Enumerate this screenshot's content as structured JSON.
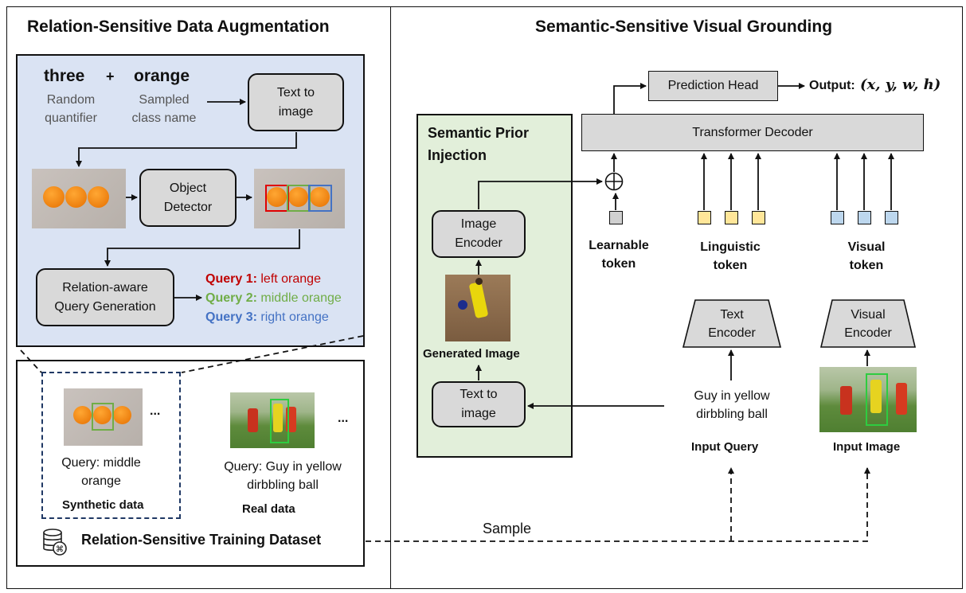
{
  "left_panel": {
    "title": "Relation-Sensitive Data Augmentation",
    "augmentation": {
      "quantifier_word": "three",
      "plus_sign": "+",
      "class_word": "orange",
      "quantifier_caption": "Random\nquantifier",
      "class_caption": "Sampled\nclass name",
      "text_to_image": "Text to\nimage",
      "object_detector": "Object\nDetector",
      "query_generation": "Relation-aware\nQuery Generation",
      "queries": [
        {
          "prefix": "Query 1:",
          "text": " left orange",
          "color": "#c00000"
        },
        {
          "prefix": "Query 2:",
          "text": " middle orange",
          "color": "#70ad47"
        },
        {
          "prefix": "Query 3:",
          "text": " right orange",
          "color": "#4472c4"
        }
      ],
      "box_colors": [
        "#e00000",
        "#70ad47",
        "#4472c4"
      ]
    },
    "dataset": {
      "synthetic_ellipsis": "...",
      "synthetic_query": "Query: middle\norange",
      "synthetic_label": "Synthetic data",
      "real_ellipsis": "...",
      "real_query": "Query: Guy in yellow\ndirbbling ball",
      "real_label": "Real data",
      "dataset_title": "Relation-Sensitive Training Dataset",
      "database_icon": "database-icon"
    }
  },
  "right_panel": {
    "title": "Semantic-Sensitive Visual Grounding",
    "prediction_head": "Prediction Head",
    "output_label": "Output:",
    "output_formula": "(x, y, w, h)",
    "transformer_decoder": "Transformer Decoder",
    "semantic_prior_title": "Semantic Prior\nInjection",
    "image_encoder": "Image\nEncoder",
    "generated_image_label": "Generated Image",
    "text_to_image": "Text to\nimage",
    "learnable_token": "Learnable\ntoken",
    "linguistic_token": "Linguistic\ntoken",
    "visual_token": "Visual\ntoken",
    "text_encoder": "Text\nEncoder",
    "visual_encoder": "Visual\nEncoder",
    "query_text": "Guy in yellow\ndirbbling ball",
    "input_query": "Input Query",
    "input_image": "Input Image",
    "sample_label": "Sample",
    "token_colors": {
      "learnable": "#d0d0d0",
      "linguistic": "#ffe699",
      "visual": "#bdd7ee"
    },
    "semantic_bg": "#e2efda",
    "augmentation_bg": "#dae3f3"
  }
}
